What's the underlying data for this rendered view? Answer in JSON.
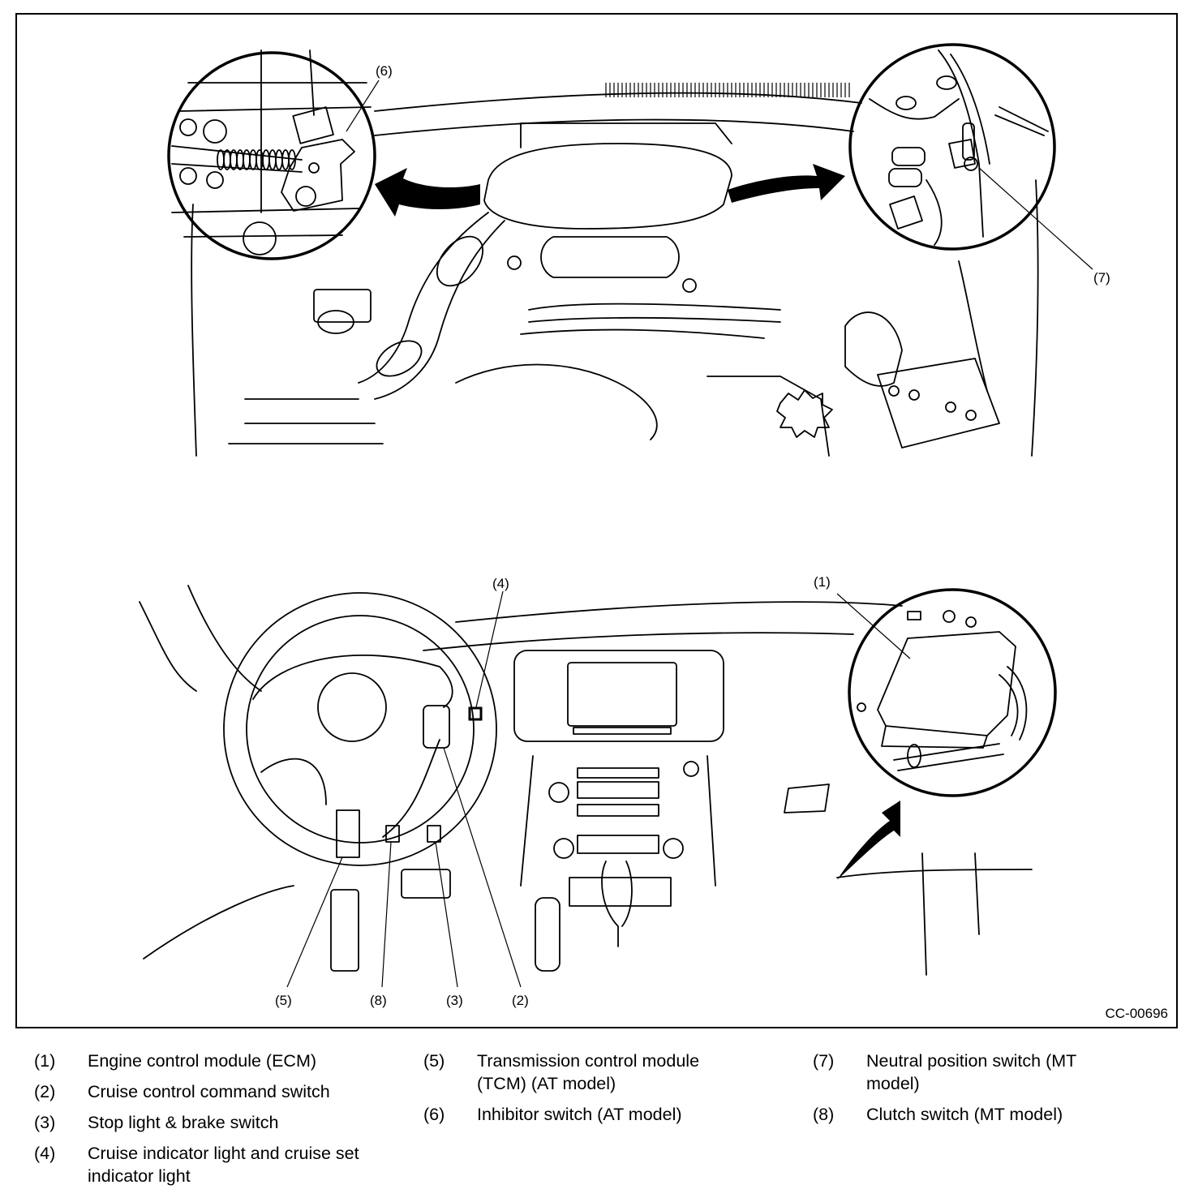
{
  "figure": {
    "id_label": "CC-00696",
    "engine_bay": {
      "callouts": [
        {
          "label": "(6)",
          "refers_to": "Inhibitor switch (AT model)"
        },
        {
          "label": "(7)",
          "refers_to": "Neutral position switch (MT model)"
        }
      ]
    },
    "cabin": {
      "callouts": [
        {
          "label": "(4)",
          "refers_to": "Cruise indicator light and cruise set indicator light"
        },
        {
          "label": "(1)",
          "refers_to": "Engine control module (ECM)"
        },
        {
          "label": "(5)",
          "refers_to": "Transmission control module (TCM) (AT model)"
        },
        {
          "label": "(8)",
          "refers_to": "Clutch switch (MT model)"
        },
        {
          "label": "(3)",
          "refers_to": "Stop light & brake switch"
        },
        {
          "label": "(2)",
          "refers_to": "Cruise control command switch"
        }
      ]
    }
  },
  "legend": {
    "items": [
      {
        "num": "(1)",
        "text": "Engine control module (ECM)"
      },
      {
        "num": "(2)",
        "text": "Cruise control command switch"
      },
      {
        "num": "(3)",
        "text": "Stop light & brake switch"
      },
      {
        "num": "(4)",
        "text": "Cruise indicator light and cruise set indicator light"
      },
      {
        "num": "(5)",
        "text": "Transmission control module (TCM) (AT model)"
      },
      {
        "num": "(6)",
        "text": "Inhibitor switch (AT model)"
      },
      {
        "num": "(7)",
        "text": "Neutral position switch (MT model)"
      },
      {
        "num": "(8)",
        "text": "Clutch switch (MT model)"
      }
    ]
  }
}
